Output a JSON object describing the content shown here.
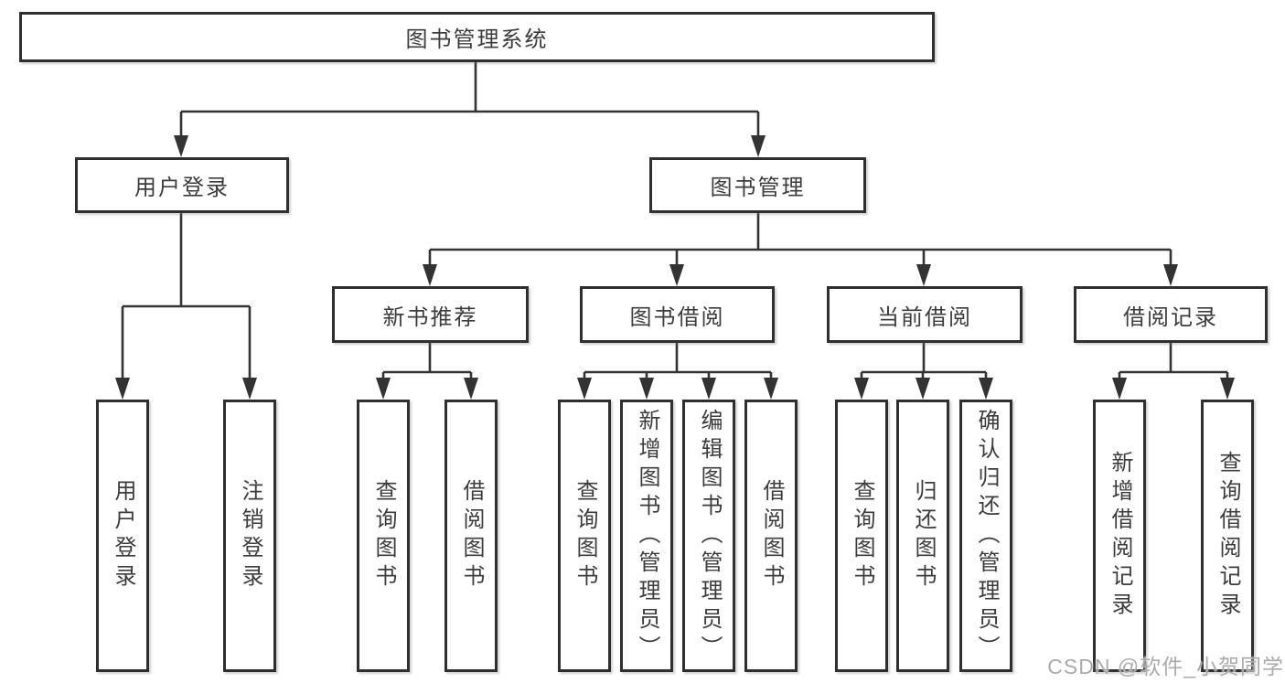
{
  "colors": {
    "line": "#333333",
    "box_border": "#2f2f2f",
    "text": "#3c3c3c",
    "watermark_text": "#ababab",
    "background": "#ffffff"
  },
  "org": {
    "root": {
      "label": "图书管理系统"
    },
    "branches": [
      {
        "label": "用户登录",
        "leaves": [
          {
            "label": "用户登录"
          },
          {
            "label": "注销登录"
          }
        ]
      },
      {
        "label": "图书管理",
        "groups": [
          {
            "label": "新书推荐",
            "leaves": [
              {
                "label": "查询图书"
              },
              {
                "label": "借阅图书"
              }
            ]
          },
          {
            "label": "图书借阅",
            "leaves": [
              {
                "label": "查询图书"
              },
              {
                "label": "新增图书（管理员）"
              },
              {
                "label": "编辑图书（管理员）"
              },
              {
                "label": "借阅图书"
              }
            ]
          },
          {
            "label": "当前借阅",
            "leaves": [
              {
                "label": "查询图书"
              },
              {
                "label": "归还图书"
              },
              {
                "label": "确认归还（管理员）"
              }
            ]
          },
          {
            "label": "借阅记录",
            "leaves": [
              {
                "label": "新增借阅记录"
              },
              {
                "label": "查询借阅记录"
              }
            ]
          }
        ]
      }
    ]
  },
  "watermark": {
    "text": "CSDN @软件_小贺同学"
  }
}
